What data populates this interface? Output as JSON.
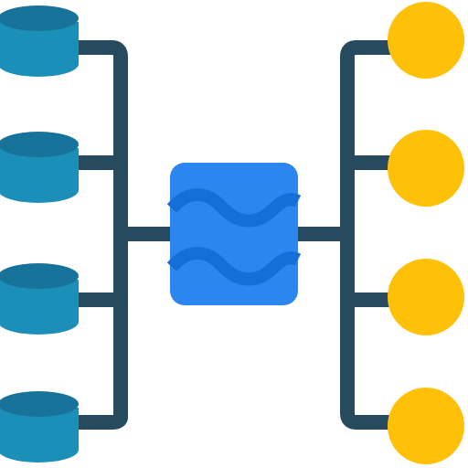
{
  "icon": {
    "name": "data-lake-icon",
    "colors": {
      "background": "#ffffff",
      "connector": "#264a5e",
      "database_body": "#1b8fb8",
      "database_top": "#18739a",
      "lake_box": "#2b86ef",
      "lake_wave": "#166fd9",
      "output_node": "#ffc107"
    },
    "databases": [
      {
        "name": "database-1"
      },
      {
        "name": "database-2"
      },
      {
        "name": "database-3"
      },
      {
        "name": "database-4"
      }
    ],
    "outputs": [
      {
        "name": "output-node-1"
      },
      {
        "name": "output-node-2"
      },
      {
        "name": "output-node-3"
      },
      {
        "name": "output-node-4"
      }
    ]
  }
}
